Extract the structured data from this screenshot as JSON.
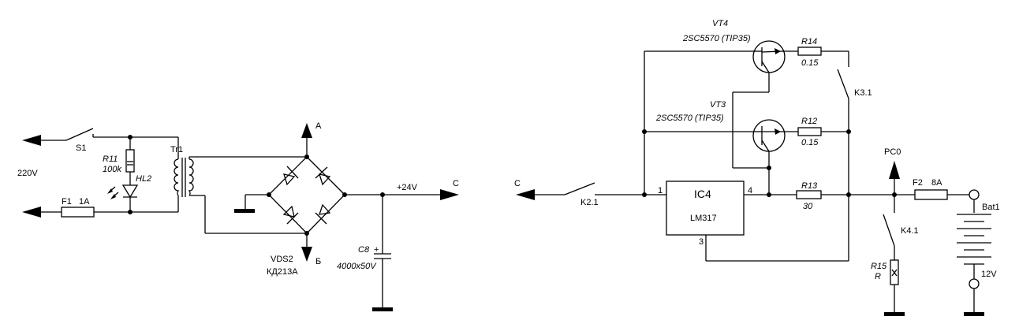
{
  "labels": {
    "s1": "S1",
    "v220": "220V",
    "f1": "F1",
    "f1_val": "1A",
    "r11": "R11",
    "r11_val": "100k",
    "hl2": "HL2",
    "tr1": "Tr1",
    "a": "A",
    "b": "Б",
    "vds2": "VDS2",
    "vds2_type": "КД213А",
    "v24": "+24V",
    "c_left": "C",
    "c8": "C8",
    "c8_val": "4000x50V",
    "plus": "+",
    "c_right": "C",
    "k21": "K2.1",
    "ic4": "IC4",
    "ic4_type": "LM317",
    "pin1": "1",
    "pin4": "4",
    "pin3": "3",
    "vt4": "VT4",
    "vt4_type": "2SC5570 (TIP35)",
    "vt3": "VT3",
    "vt3_type": "2SC5570 (TIP35)",
    "r14": "R14",
    "r14_val": "0.15",
    "r12": "R12",
    "r12_val": "0.15",
    "r13": "R13",
    "r13_val": "30",
    "k31": "K3.1",
    "pc0": "PC0",
    "f2": "F2",
    "f2_val": "8A",
    "bat1": "Bat1",
    "v12": "12V",
    "k41": "K4.1",
    "r15": "R15",
    "r15_val": "R",
    "x": "X"
  }
}
